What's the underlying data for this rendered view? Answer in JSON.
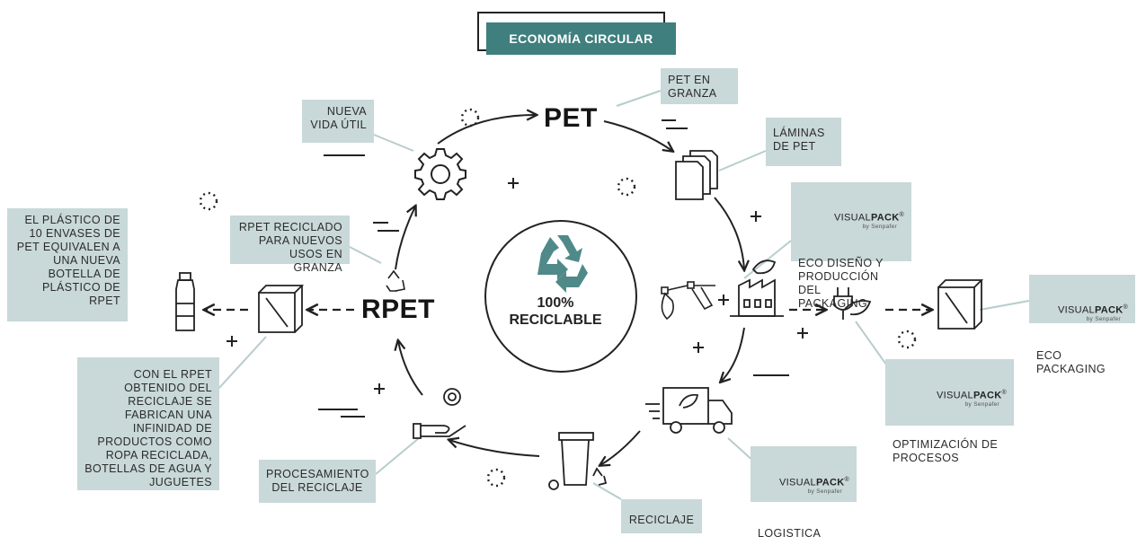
{
  "title": "ECONOMÍA CIRCULAR",
  "nodes": {
    "pet": "PET",
    "rpet": "RPET",
    "center": [
      "100%",
      "RECICLABLE"
    ]
  },
  "labels": {
    "pet_granza": "PET EN\nGRANZA",
    "laminas": "LÁMINAS\nDE PET",
    "nueva_vida": "NUEVA\nVIDA ÚTIL",
    "rpet_reciclado": "RPET RECICLADO\nPARA NUEVOS\nUSOS EN GRANZA",
    "plastico_envases": "EL PLÁSTICO DE\n10 ENVASES DE\nPET EQUIVALEN A\nUNA NUEVA\nBOTELLA DE\nPLÁSTICO DE\nRPET",
    "con_rpet": "CON EL RPET\nOBTENIDO DEL\nRECICLAJE SE\nFABRICAN UNA\nINFINIDAD DE\nPRODUCTOS COMO\nROPA RECICLADA,\nBOTELLAS DE AGUA Y\nJUGUETES",
    "procesamiento": "PROCESAMIENTO\nDEL RECICLAJE",
    "reciclaje": "RECICLAJE",
    "eco_diseno": "ECO DISEÑO Y\nPRODUCCIÓN DEL\nPACKAGING",
    "eco_packaging": "ECO PACKAGING",
    "optimizacion": "OPTIMIZACIÓN DE\nPROCESOS",
    "logistica": "LOGISTICA"
  },
  "brand": {
    "name_light": "VISUAL",
    "name_bold": "PACK",
    "mark": "®",
    "sub": "by Senpafer"
  },
  "colors": {
    "teal": "#3f7f7e",
    "box": "#c9d8d9",
    "ink": "#222222"
  }
}
